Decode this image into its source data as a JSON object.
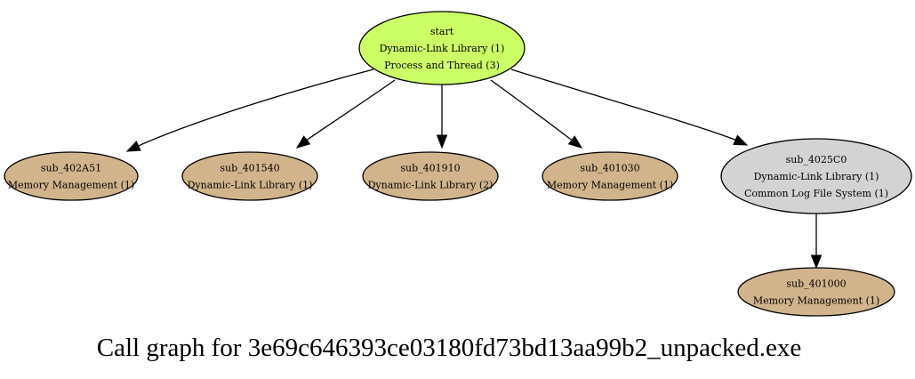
{
  "graph": {
    "caption": "Call graph for 3e69c646393ce03180fd73bd13aa99b2_unpacked.exe",
    "colors": {
      "root": "#ccff66",
      "leaf": "#d2b48c",
      "intermediate": "#d3d3d3"
    },
    "nodes": [
      {
        "id": "start",
        "kind": "root",
        "lines": [
          "start",
          "Dynamic-Link Library (1)",
          "Process and Thread (3)"
        ]
      },
      {
        "id": "sub_402A51",
        "kind": "leaf",
        "lines": [
          "sub_402A51",
          "Memory Management (1)"
        ]
      },
      {
        "id": "sub_401540",
        "kind": "leaf",
        "lines": [
          "sub_401540",
          "Dynamic-Link Library (1)"
        ]
      },
      {
        "id": "sub_401910",
        "kind": "leaf",
        "lines": [
          "sub_401910",
          "Dynamic-Link Library (2)"
        ]
      },
      {
        "id": "sub_401030",
        "kind": "leaf",
        "lines": [
          "sub_401030",
          "Memory Management (1)"
        ]
      },
      {
        "id": "sub_4025C0",
        "kind": "intermediate",
        "lines": [
          "sub_4025C0",
          "Dynamic-Link Library (1)",
          "Common Log File System (1)"
        ]
      },
      {
        "id": "sub_401000",
        "kind": "leaf",
        "lines": [
          "sub_401000",
          "Memory Management (1)"
        ]
      }
    ],
    "edges": [
      {
        "from": "start",
        "to": "sub_402A51"
      },
      {
        "from": "start",
        "to": "sub_401540"
      },
      {
        "from": "start",
        "to": "sub_401910"
      },
      {
        "from": "start",
        "to": "sub_401030"
      },
      {
        "from": "start",
        "to": "sub_4025C0"
      },
      {
        "from": "sub_4025C0",
        "to": "sub_401000"
      }
    ]
  }
}
